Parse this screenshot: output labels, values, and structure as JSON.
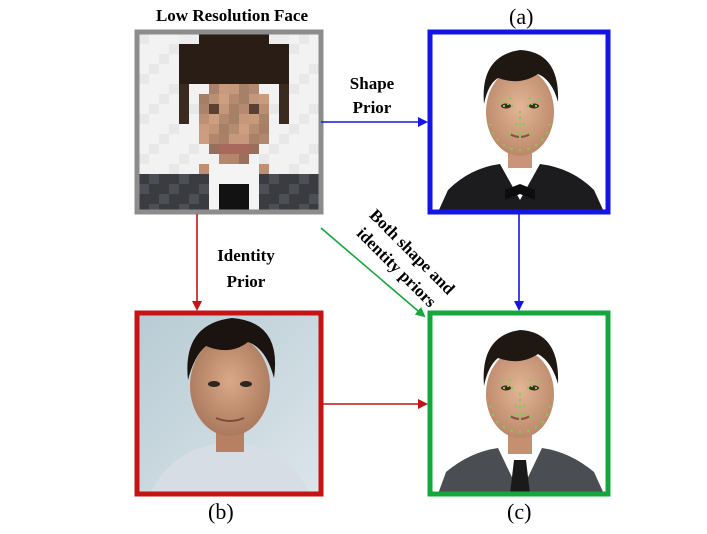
{
  "title": "Low Resolution Face",
  "labels": {
    "a": "(a)",
    "b": "(b)",
    "c": "(c)"
  },
  "arrows": {
    "shape_prior": [
      "Shape",
      "Prior"
    ],
    "identity_prior": [
      "Identity",
      "Prior"
    ],
    "both_priors": [
      "Both shape and",
      "identity priors"
    ]
  },
  "colors": {
    "low_res_frame": "#8c8c8c",
    "shape_frame": "#1414e6",
    "identity_frame": "#c41414",
    "combined_frame": "#14a83c",
    "landmark_dots": "#7cd050"
  }
}
